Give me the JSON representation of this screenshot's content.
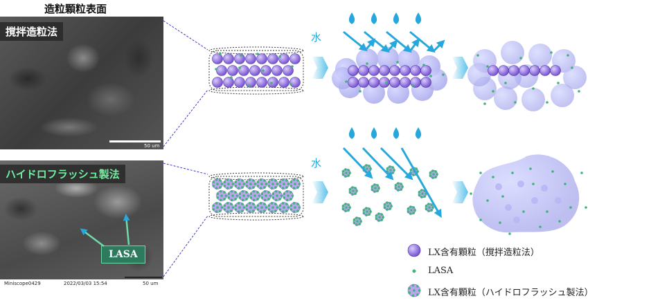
{
  "header": {
    "title": "造粒顆粒表面"
  },
  "panels": {
    "top": {
      "label": "撹拌造粒法",
      "scale": "50 um"
    },
    "bottom": {
      "label": "ハイドロフラッシュ製法",
      "scale": "50 um",
      "footer_left": "Miniscope0429",
      "footer_date": "2022/03/03  15:54",
      "callout": "LASA"
    }
  },
  "water_label": "水",
  "legend": {
    "items": [
      {
        "icon": "purple-particle-icon",
        "label": "LX含有顆粒（撹拌造粒法）"
      },
      {
        "icon": "green-dot-icon",
        "label": "LASA"
      },
      {
        "icon": "particle-with-lasa-icon",
        "label": "LX含有顆粒（ハイドロフラッシュ製法）"
      }
    ]
  },
  "colors": {
    "particle": "#7a55d0",
    "lasa": "#3fb47a",
    "water": "#27a8dc",
    "chevron": "#5cc2ea",
    "haze": "#a9a9ec",
    "callout_bg": "#2e7a5e"
  }
}
